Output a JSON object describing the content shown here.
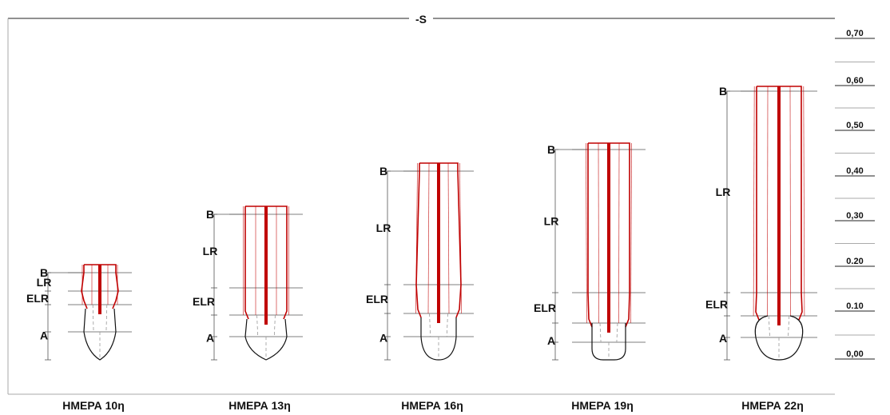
{
  "top_label": "-S",
  "scale_ticks": [
    "0,70",
    "0,60",
    "0,50",
    "0,40",
    "0,30",
    "0.20",
    "0.10",
    "0,00"
  ],
  "scale_values": [
    0.7,
    0.6,
    0.5,
    0.4,
    0.3,
    0.2,
    0.1,
    0.0
  ],
  "colors": {
    "shoot": "#c00000",
    "outline": "#111111",
    "guide": "#555555",
    "inner": "#999999"
  },
  "stages": [
    {
      "day_label": "ΗΜΕΡΑ 10η",
      "zones": [
        "B",
        "LR",
        "ELR",
        "A"
      ],
      "top_height": 0.205,
      "elr_height": 0.1,
      "root_cap_height": 0.055
    },
    {
      "day_label": "ΗΜΕΡΑ 13η",
      "zones": [
        "B",
        "LR",
        "ELR",
        "A"
      ],
      "top_height": 0.33,
      "elr_height": 0.15,
      "root_cap_height": 0.09
    },
    {
      "day_label": "ΗΜΕΡΑ 16η",
      "zones": [
        "B",
        "LR",
        "ELR",
        "A"
      ],
      "top_height": 0.42,
      "elr_height": 0.155,
      "root_cap_height": 0.095
    },
    {
      "day_label": "ΗΜΕΡΑ 19η",
      "zones": [
        "B",
        "LR",
        "ELR",
        "A"
      ],
      "top_height": 0.47,
      "elr_height": 0.14,
      "root_cap_height": 0.075
    },
    {
      "day_label": "ΗΜΕΡΑ 22η",
      "zones": [
        "B",
        "LR",
        "ELR",
        "A"
      ],
      "top_height": 0.585,
      "elr_height": 0.14,
      "root_cap_height": 0.08
    }
  ]
}
